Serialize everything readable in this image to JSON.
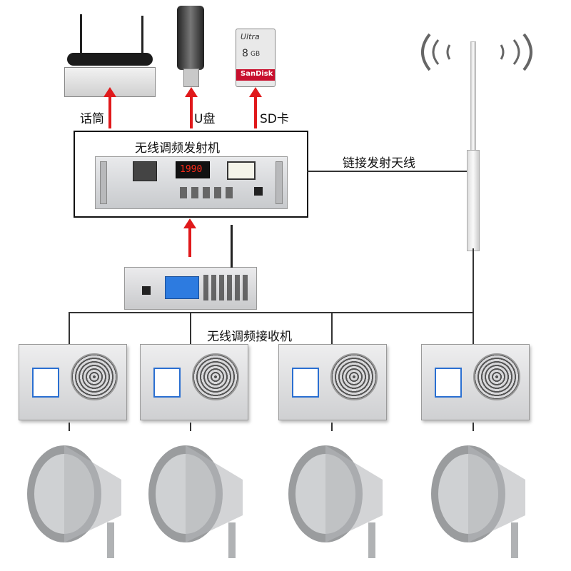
{
  "labels": {
    "mic": "话筒",
    "usb": "U盘",
    "sd": "SD卡",
    "transmitter": "无线调频发射机",
    "antenna_link": "链接发射天线",
    "receivers": "无线调频接收机"
  },
  "device_text": {
    "sd_brand": "SanDisk",
    "sd_ultra": "Ultra",
    "sd_capacity": "8",
    "sd_unit": "GB",
    "frequency_display": "1990"
  },
  "colors": {
    "arrow": "#e0191b",
    "wire": "#333333",
    "display_led": "#ff2a1a"
  }
}
